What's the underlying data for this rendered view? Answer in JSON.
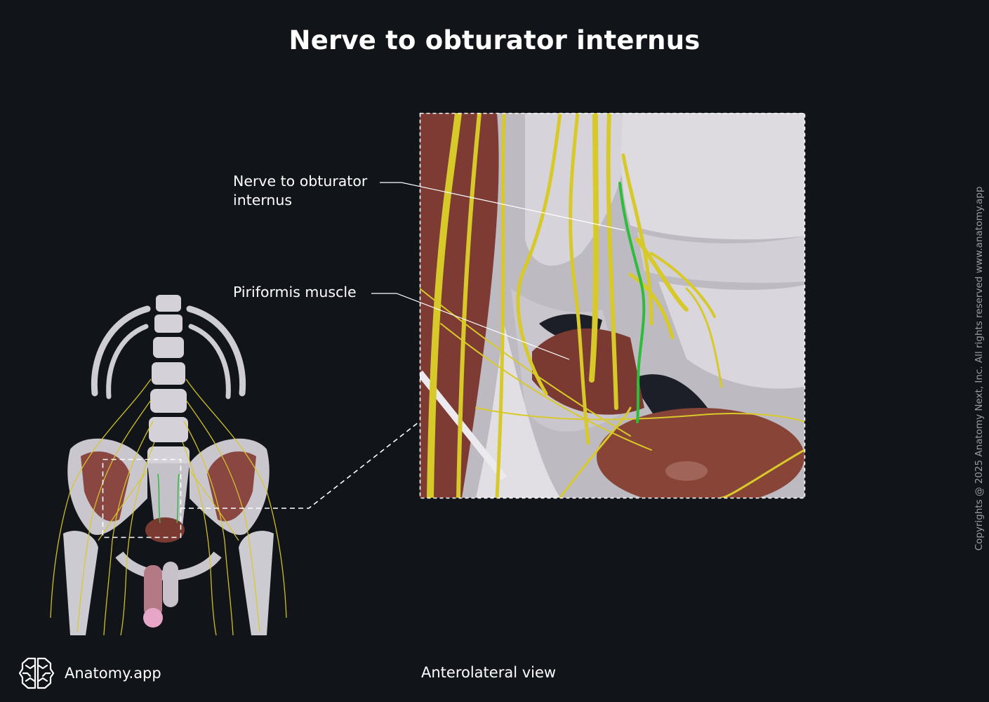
{
  "title": "Nerve to obturator internus",
  "labels": [
    {
      "id": "nerve",
      "line1": "Nerve to obturator",
      "line2": "internus"
    },
    {
      "id": "piriformis",
      "line1": "Piriformis muscle"
    }
  ],
  "caption": "Anterolateral view",
  "brand": {
    "name": "Anatomy.app",
    "icon": "brain-logo-icon"
  },
  "copyright": "Copyrights @ 2025 Anatomy Next, Inc. All rights reserved www.anatomy.app",
  "colors": {
    "background": "#111419",
    "bone": "#cdcbd2",
    "nerve_yellow": "#d8c92a",
    "highlight_nerve_green": "#2dbd3a",
    "muscle": "#7b3a31",
    "dashed_frame": "#ffffff"
  },
  "figures": {
    "overview": "Anterior pelvis and lumbar spine with lumbosacral plexus nerves",
    "inset": "Zoomed sacral plexus region with nerve to obturator internus highlighted in green"
  }
}
